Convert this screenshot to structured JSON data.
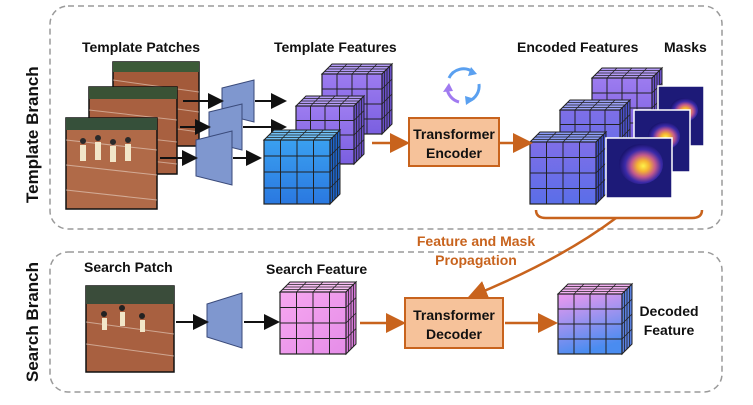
{
  "branches": {
    "template": "Template Branch",
    "search": "Search Branch"
  },
  "labels": {
    "template_patches": "Template Patches",
    "template_features": "Template Features",
    "encoded_features": "Encoded Features",
    "masks": "Masks",
    "search_patch": "Search Patch",
    "search_feature": "Search Feature",
    "decoded_line1": "Decoded",
    "decoded_line2": "Feature",
    "propagation_line1": "Feature and Mask",
    "propagation_line2": "Propagation"
  },
  "boxes": {
    "encoder_line1": "Transformer",
    "encoder_line2": "Encoder",
    "decoder_line1": "Transformer",
    "decoder_line2": "Decoder"
  },
  "icons": {
    "cycle": "cycle-arrows-icon",
    "encoder_shape": "trapezoid-encoder-icon"
  },
  "colors": {
    "orange_box": "#f6c29a",
    "orange_border": "#c8631d",
    "arrow_orange": "#c8631d",
    "encoder_blue": "#7f97cf",
    "cube_blue": "#2f8de8",
    "cube_purple": "#8f6fe4",
    "cube_pink": "#ee99ee",
    "track_color": "#a35a3a"
  }
}
